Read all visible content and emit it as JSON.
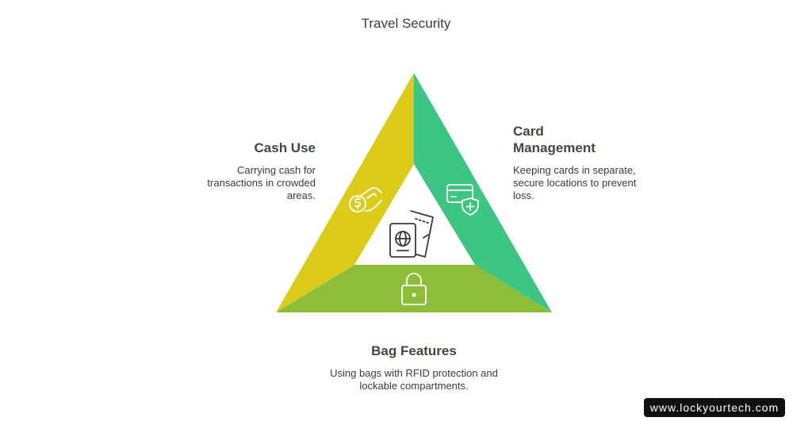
{
  "title": "Travel Security",
  "sections": {
    "cash_use": {
      "heading": "Cash Use",
      "description": "Carrying cash for transactions in crowded areas.",
      "icon": "cash-hand-icon",
      "color": "#DDCB1C"
    },
    "card_management": {
      "heading_line1": "Card",
      "heading_line2": "Management",
      "description": "Keeping cards in separate, secure locations to prevent loss.",
      "icon": "card-shield-icon",
      "color": "#3DC582"
    },
    "bag_features": {
      "heading": "Bag Features",
      "description": "Using bags with RFID protection and lockable compartments.",
      "icon": "padlock-icon",
      "color": "#8DBE3A"
    },
    "center": {
      "icon": "passport-ticket-icon"
    }
  },
  "watermark": "www.lockyourtech.com"
}
